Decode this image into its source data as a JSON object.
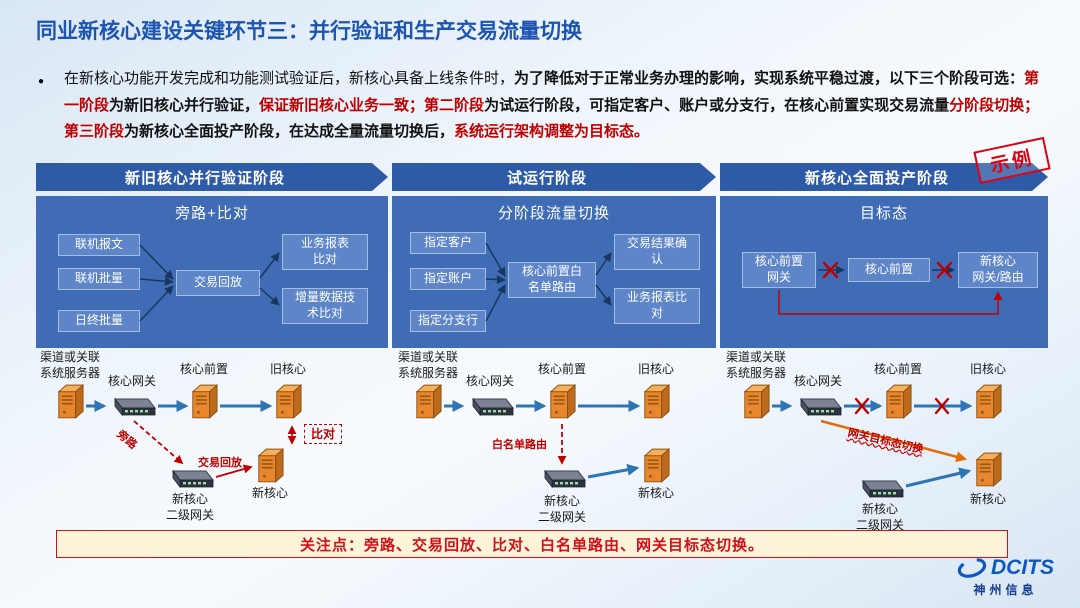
{
  "title": "同业新核心建设关键环节三：并行验证和生产交易流量切换",
  "stamp": "示例",
  "intro": [
    {
      "text": "在新核心功能开发完成和功能测试验证后，新核心具备上线条件时，",
      "style": "normal"
    },
    {
      "text": "为了降低对于正常业务办理的影响，实现系统平稳过渡，以下三个阶段可选：",
      "style": "bold"
    },
    {
      "text": "第一阶段",
      "style": "red"
    },
    {
      "text": "为新旧核心并行验证，",
      "style": "bold"
    },
    {
      "text": "保证新旧核心业务一致；",
      "style": "red"
    },
    {
      "text": "第二阶段",
      "style": "red"
    },
    {
      "text": "为试运行阶段，可指定客户、账户或分支行，在核心前置实现交易流量",
      "style": "bold"
    },
    {
      "text": "分阶段切换；",
      "style": "red"
    },
    {
      "text": "第三阶段",
      "style": "red"
    },
    {
      "text": "为新核心全面投产阶段，在达成全量流量切换后，",
      "style": "bold"
    },
    {
      "text": "系统运行架构调整为目标态。",
      "style": "red"
    }
  ],
  "phases": {
    "p1": {
      "banner": "新旧核心并行验证阶段",
      "title": "旁路+比对",
      "in1": "联机报文",
      "in2": "联机批量",
      "in3": "日终批量",
      "mid": "交易回放",
      "out1": "业务报表\n比对",
      "out2": "增量数据技\n术比对"
    },
    "p2": {
      "banner": "试运行阶段",
      "title": "分阶段流量切换",
      "in1": "指定客户",
      "in2": "指定账户",
      "in3": "指定分支行",
      "mid": "核心前置白\n名单路由",
      "out1": "交易结果确\n认",
      "out2": "业务报表比\n对"
    },
    "p3": {
      "banner": "新核心全面投产阶段",
      "title": "目标态",
      "n1": "核心前置\n网关",
      "n2": "核心前置",
      "n3": "新核心\n网关/路由"
    }
  },
  "network": {
    "channel": "渠道或关联\n系统服务器",
    "gateway": "核心网关",
    "front": "核心前置",
    "old_core": "旧核心",
    "new_gateway": "新核心\n二级网关",
    "new_core": "新核心",
    "notes": {
      "bypass": "旁路",
      "replay": "交易回放",
      "compare": "比对",
      "whitelist": "白名单路由",
      "target_switch": "网关目标态切换"
    }
  },
  "footer": "关注点：旁路、交易回放、比对、白名单路由、网关目标态切换。",
  "logo": {
    "brand": "DCITS",
    "company": "神州信息"
  },
  "colors": {
    "title-blue": "#1c54b2",
    "banner-blue": "#2e5ba6",
    "panel-blue": "#3f6cb5",
    "box-blue": "#5d85c8",
    "red": "#c00000",
    "orange": "#e36c09",
    "arrow-blue": "#2e75b6",
    "arrow-navy": "#17375e",
    "server-orange": "#e8872d",
    "footer-bg": "#fdf3d9"
  }
}
